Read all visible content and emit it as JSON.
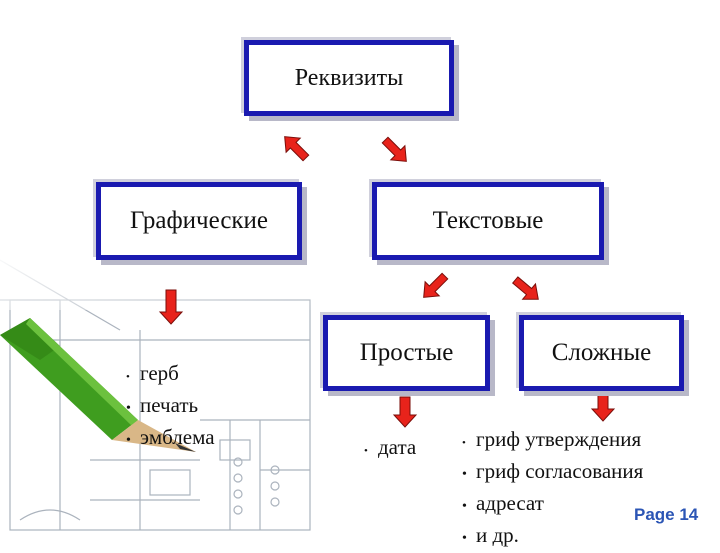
{
  "colors": {
    "box_border": "#1a1ab0",
    "arrow_fill": "#e8231b",
    "page_label": "#2b55b5"
  },
  "diagram": {
    "root": "Реквизиты",
    "branch_left": "Графические",
    "branch_right": "Текстовые",
    "sub_left": "Простые",
    "sub_right": "Сложные",
    "graphic_items": [
      "герб",
      "печать",
      "эмблема"
    ],
    "simple_items": [
      "дата"
    ],
    "complex_items": [
      "гриф утверждения",
      "гриф согласования",
      "адресат",
      "и др."
    ]
  },
  "footer": {
    "page": "Page 14"
  },
  "background_image": {
    "icon": "pencil-on-blueprint-illustration"
  }
}
